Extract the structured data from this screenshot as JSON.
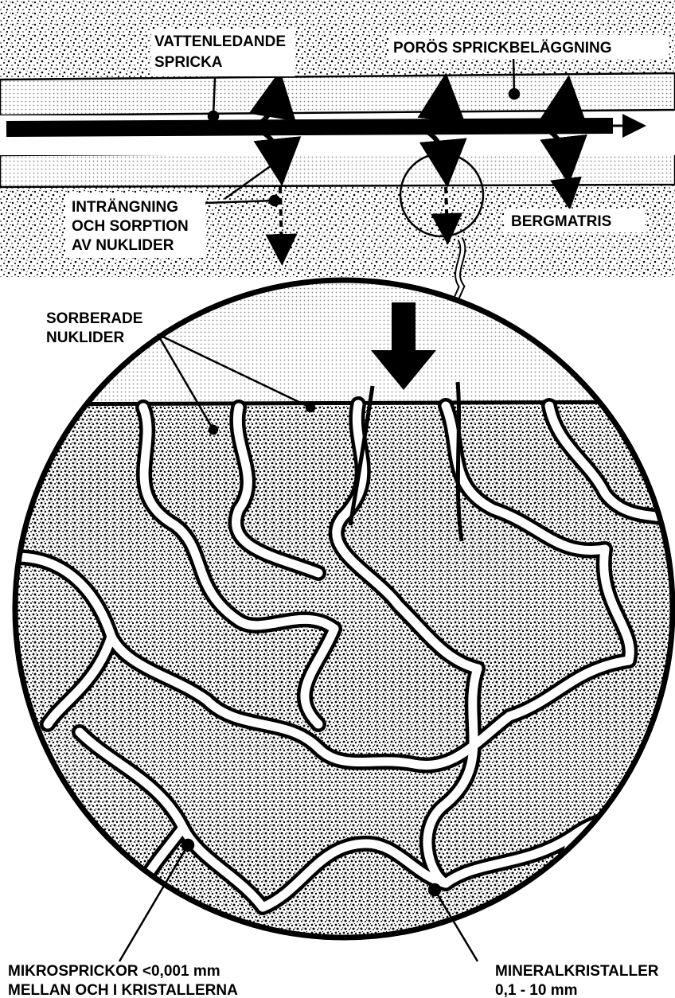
{
  "labels": {
    "water_fracture_1": "VATTENLEDANDE",
    "water_fracture_2": "SPRICKA",
    "porous_coating": "PORÖS SPRICKBELÄGGNING",
    "penetration_1": "INTRÄNGNING",
    "penetration_2": "OCH SORPTION",
    "penetration_3": "AV NUKLIDER",
    "rock_matrix": "BERGMATRIS",
    "sorbed_1": "SORBERADE",
    "sorbed_2": "NUKLIDER",
    "microfractures_1": "MIKROSPRICKOR <0,001 mm",
    "microfractures_2": "MELLAN OCH I KRISTALLERNA",
    "minerals_1": "MINERALKRISTALLER",
    "minerals_2": "0,1 - 10 mm"
  },
  "colors": {
    "ink": "#000000",
    "paper": "#ffffff",
    "coating_dot": "#9a9a9a"
  }
}
